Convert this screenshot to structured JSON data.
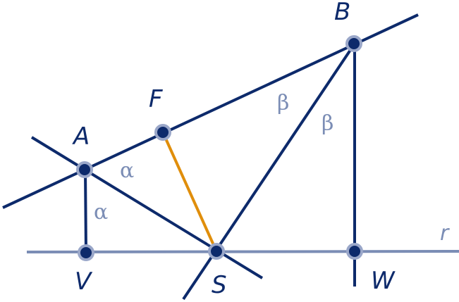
{
  "colors": {
    "navy": "#0d2a6b",
    "line_r": "#7b8db5",
    "segment_fs": "#e08e0b",
    "point_fill": "#0d2a6b",
    "point_ring": "#9aa7c9",
    "angle_label": "#7b8db5",
    "background": "#ffffff"
  },
  "points": {
    "A": {
      "label": "A"
    },
    "B": {
      "label": "B"
    },
    "F": {
      "label": "F"
    },
    "S": {
      "label": "S"
    },
    "V": {
      "label": "V"
    },
    "W": {
      "label": "W"
    }
  },
  "lines": {
    "r": {
      "label": "r"
    }
  },
  "angles": {
    "alpha_at_A_upper": "α",
    "alpha_at_A_lower": "α",
    "beta_at_B_left": "β",
    "beta_at_B_right": "β"
  }
}
